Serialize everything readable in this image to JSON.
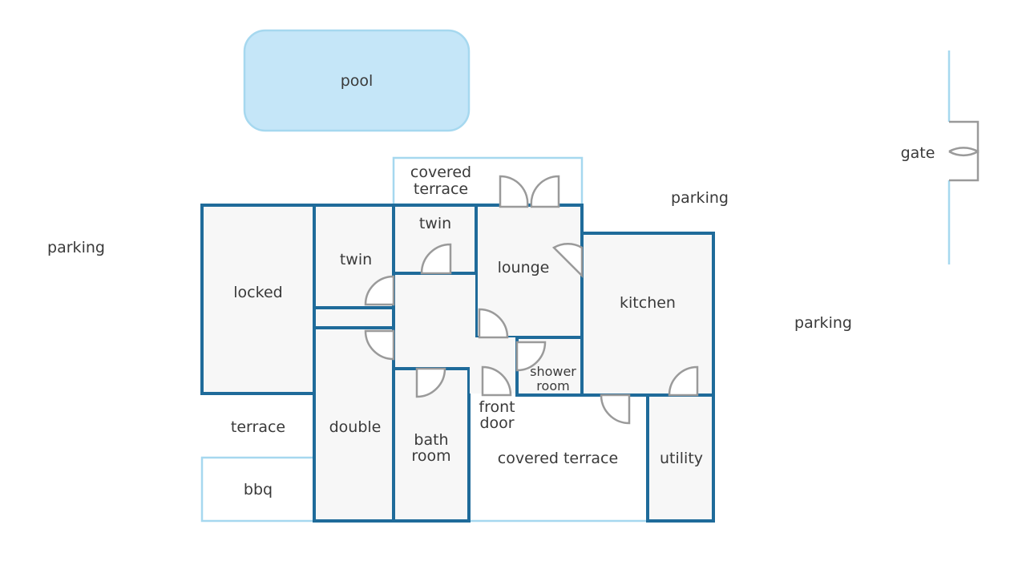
{
  "labels": {
    "pool": "pool",
    "covered_terrace_top_1": "covered",
    "covered_terrace_top_2": "terrace",
    "parking_left": "parking",
    "parking_top": "parking",
    "parking_right": "parking",
    "gate": "gate",
    "locked": "locked",
    "twin_left": "twin",
    "twin_top": "twin",
    "lounge": "lounge",
    "kitchen": "kitchen",
    "shower_1": "shower",
    "shower_2": "room",
    "front_door_1": "front",
    "front_door_2": "door",
    "terrace": "terrace",
    "double": "double",
    "bath_1": "bath",
    "bath_2": "room",
    "covered_terrace_bottom": "covered terrace",
    "utility": "utility",
    "bbq": "bbq"
  },
  "colors": {
    "wall": "#1f6b9a",
    "light_outline": "#a6d8ef",
    "pool_fill": "#c5e6f8",
    "room_fill": "#f7f7f7",
    "door": "#9a9a9a"
  }
}
